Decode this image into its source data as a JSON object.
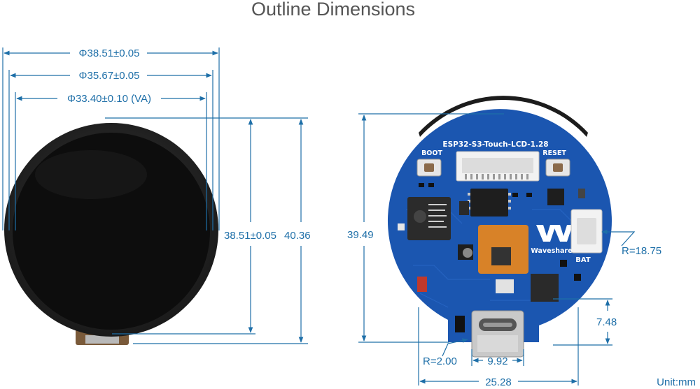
{
  "title": "Outline Dimensions",
  "board_label": "ESP32-S3-Touch-LCD-1.28",
  "boot_label": "BOOT",
  "reset_label": "RESET",
  "bat_label": "BAT",
  "brand_label": "Waveshare",
  "unit_label": "Unit:mm",
  "dimensions": {
    "outer_diameter": "Φ38.51±0.05",
    "inner_diameter": "Φ35.67±0.05",
    "view_area": "Φ33.40±0.10 (VA)",
    "height_inner": "38.51±0.05",
    "height_outer": "40.36",
    "board_height": "39.49",
    "radius_board": "R=18.75",
    "usb_offset": "7.48",
    "corner_radius": "R=2.00",
    "usb_width": "9.92",
    "board_bottom_width": "25.28"
  },
  "colors": {
    "dimension": "#1e6fa8",
    "pcb": "#1b56b0",
    "bezel": "#222222",
    "screen": "#0c0c0c",
    "flex": "#e8861c"
  }
}
